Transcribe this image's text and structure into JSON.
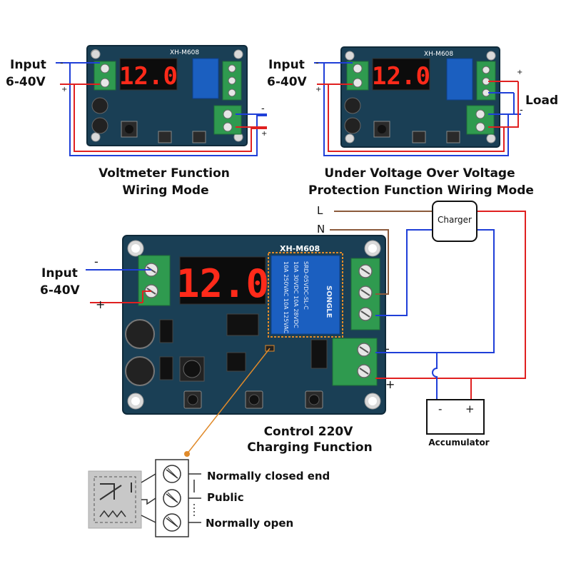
{
  "colors": {
    "board": "#1a3f55",
    "board_edge": "#0f2a3a",
    "terminal_green": "#2f9a4f",
    "relay_blue": "#1b5fc0",
    "led_red": "#ff2a1a",
    "wire_red": "#e02020",
    "wire_blue": "#1f3fd8",
    "wire_brown": "#8b5a3c",
    "highlight_orange": "#e08a2a"
  },
  "top_left": {
    "input_label": "Input",
    "input_voltage": "6-40V",
    "minus": "-",
    "plus": "+",
    "out_minus": "-",
    "out_plus": "+",
    "model": "XH-M608",
    "display": "12.0",
    "caption_line1": "Voltmeter Function",
    "caption_line2": "Wiring Mode"
  },
  "top_right": {
    "input_label": "Input",
    "input_voltage": "6-40V",
    "minus": "-",
    "plus": "+",
    "load_label": "Load",
    "load_minus": "-",
    "load_plus": "+",
    "model": "XH-M608",
    "display": "12.0",
    "caption_line1": "Under Voltage Over Voltage",
    "caption_line2": "Protection Function Wiring Mode"
  },
  "main": {
    "input_label": "Input",
    "input_voltage": "6-40V",
    "minus": "-",
    "plus": "+",
    "model": "XH-M608",
    "display": "12.0",
    "relay_text": [
      "10A 250VAC  10A 125VAC",
      "10A 30VDC  10A 28VDC",
      "SRD-05VDC-SL-C"
    ],
    "relay_brand": "SONGLE",
    "line_L": "L",
    "line_N": "N",
    "charger_label": "Charger",
    "accumulator_label": "Accumulator",
    "acc_minus": "-",
    "acc_plus": "+",
    "out_minus": "-",
    "out_plus": "+",
    "caption_line1": "Control 220V",
    "caption_line2": "Charging Function"
  },
  "detail": {
    "nc_label": "Normally closed end",
    "public_label": "Public",
    "no_label": "Normally open"
  }
}
